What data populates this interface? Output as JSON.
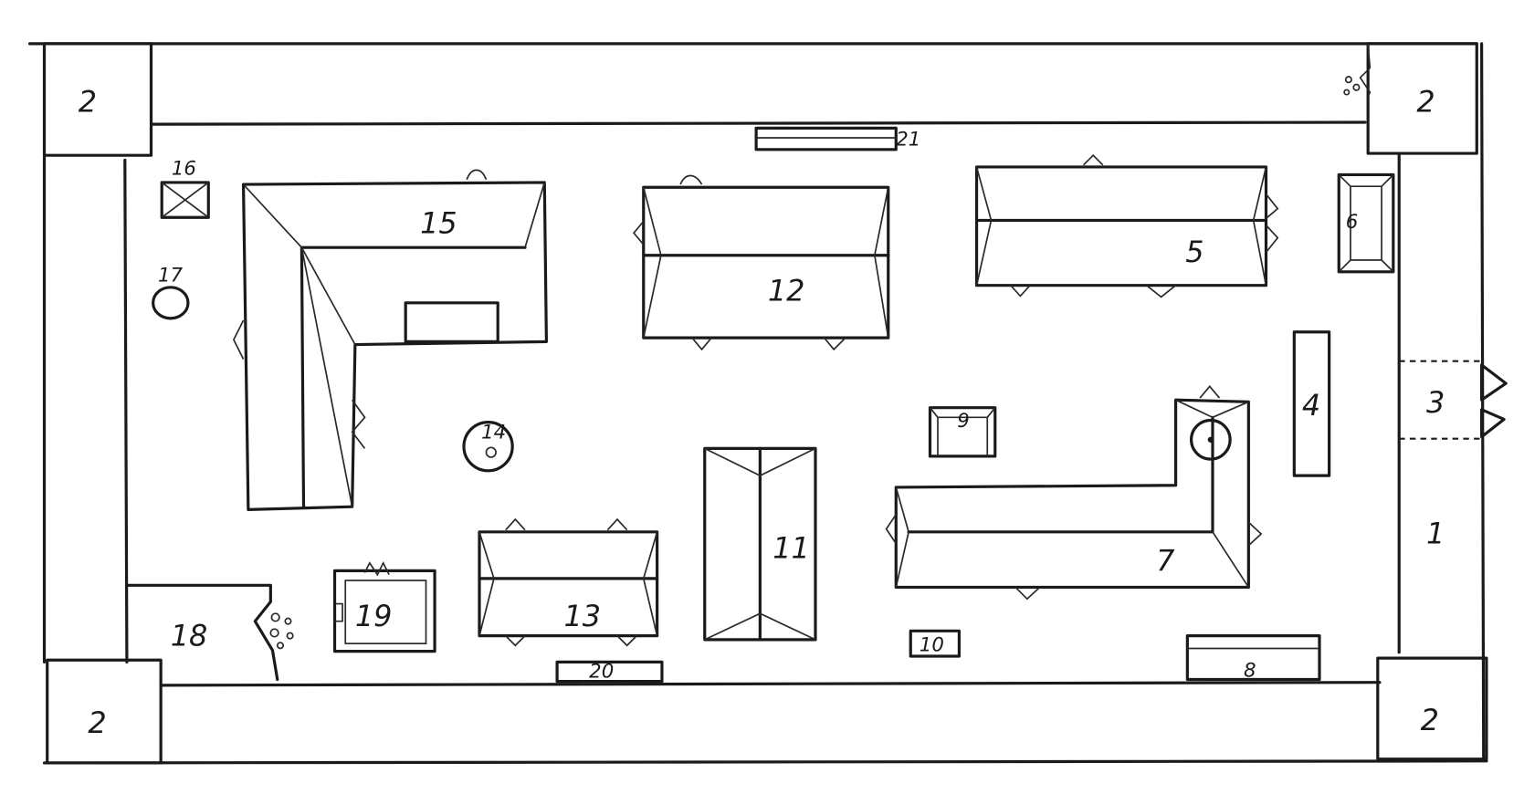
{
  "labels": {
    "entrance": "1",
    "corner_tl": "2",
    "corner_tr": "2",
    "corner_bl": "2",
    "corner_br": "2",
    "door": "3",
    "item_4": "4",
    "item_5": "5",
    "item_6": "6",
    "item_7": "7",
    "item_8": "8",
    "item_9": "9",
    "item_10": "10",
    "item_11": "11",
    "item_12": "12",
    "item_13": "13",
    "item_14": "14",
    "item_15": "15",
    "item_16": "16",
    "item_17": "17",
    "item_18": "18",
    "item_19": "19",
    "item_20": "20",
    "item_21": "21"
  }
}
